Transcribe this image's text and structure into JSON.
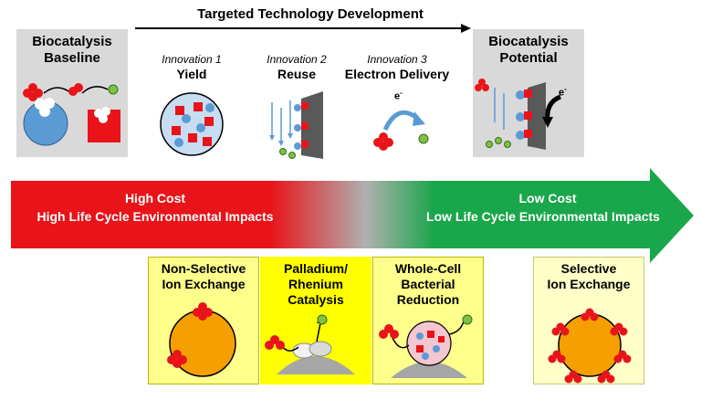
{
  "header": {
    "title": "Targeted Technology Development"
  },
  "baseline": {
    "line1": "Biocatalysis",
    "line2": "Baseline"
  },
  "potential": {
    "line1": "Biocatalysis",
    "line2": "Potential"
  },
  "innovations": [
    {
      "number": "Innovation 1",
      "label": "Yield"
    },
    {
      "number": "Innovation 2",
      "label": "Reuse"
    },
    {
      "number": "Innovation 3",
      "label": "Electron Delivery"
    }
  ],
  "electron_symbol": "e",
  "electron_charge": "-",
  "cost_arrow": {
    "left_line1": "High Cost",
    "left_line2": "High Life Cycle Environmental Impacts",
    "right_line1": "Low Cost",
    "right_line2": "Low Life Cycle Environmental Impacts"
  },
  "technologies": [
    {
      "line1": "Non-Selective",
      "line2": "Ion Exchange",
      "line3": ""
    },
    {
      "line1": "Palladium/",
      "line2": "Rhenium",
      "line3": "Catalysis"
    },
    {
      "line1": "Whole-Cell",
      "line2": "Bacterial",
      "line3": "Reduction"
    },
    {
      "line1": "Selective",
      "line2": "Ion Exchange",
      "line3": ""
    }
  ],
  "colors": {
    "red": "#e8141a",
    "green": "#1aa64a",
    "gray_box": "#d9d9d9",
    "yellow_box": "#ffff8c",
    "yellow_border": "#b8b800",
    "orange": "#f5a000",
    "blue": "#5b9bd5",
    "pink": "#f4c6d0",
    "cell_blue": "#c6ddf2"
  }
}
